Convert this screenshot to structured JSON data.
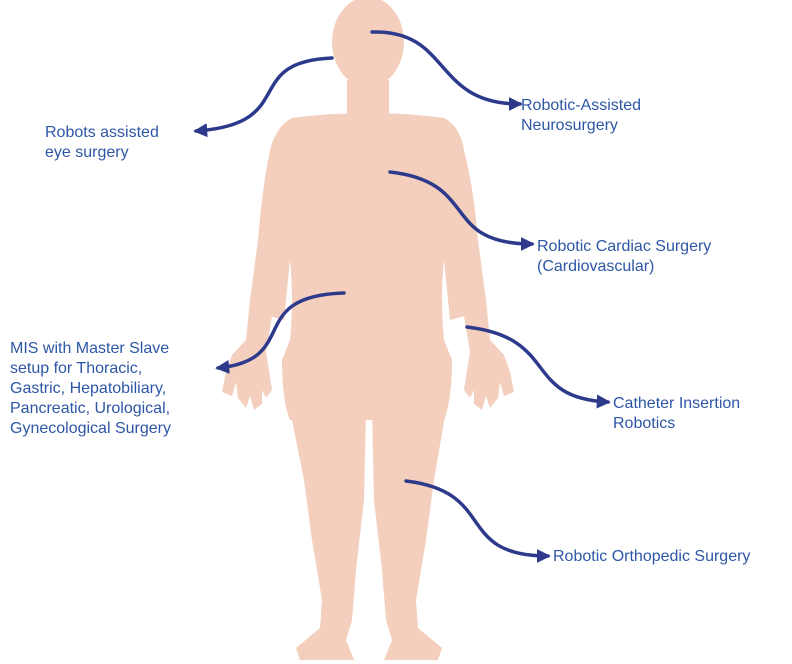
{
  "colors": {
    "body": "#f4cfbd",
    "arrow": "#2d3a8c",
    "text": "#2d56a6",
    "background": "#ffffff"
  },
  "labels": {
    "neurosurgery": [
      "Robotic-Assisted",
      "Neurosurgery"
    ],
    "eye_surgery": [
      "Robots assisted",
      "eye surgery"
    ],
    "cardiac": [
      "Robotic Cardiac Surgery",
      "(Cardiovascular)"
    ],
    "mis": [
      "MIS with Master Slave",
      "setup for Thoracic,",
      "Gastric, Hepatobiliary,",
      "Pancreatic, Urological,",
      "Gynecological Surgery"
    ],
    "catheter": [
      "Catheter Insertion",
      "Robotics"
    ],
    "orthopedic": [
      "Robotic Orthopedic Surgery"
    ]
  }
}
